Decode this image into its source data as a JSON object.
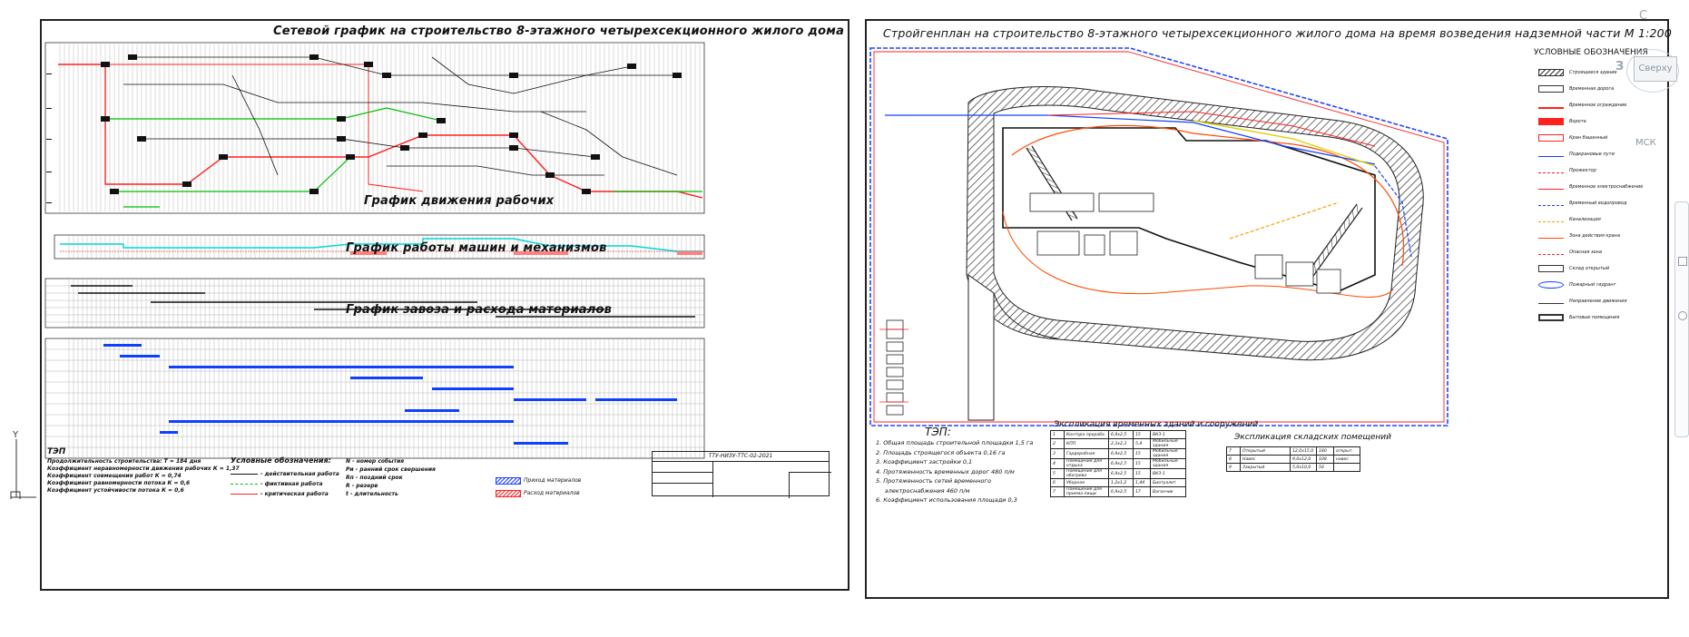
{
  "left_sheet": {
    "network_title": "Сетевой график на строительство 8-этажного четырехсекционного жилого дома",
    "workers_title": "График движения рабочих",
    "machines_title": "График работы машин и механизмов",
    "materials_title": "График завоза и расхода материалов",
    "tep_title": "ТЭП",
    "tep_lines": [
      "Продолжительность строительства: Т = 184 дня",
      "Коэффициент неравномерности движения рабочих К = 1,37",
      "Коэффициент совмещения работ К = 0,74",
      "Коэффициент равномерности потока К = 0,6",
      "Коэффициент устойчивости потока К = 0,6"
    ],
    "legend_title": "Условные обозначения:",
    "legend_items": [
      "- действительная работа",
      "- фиктивная работа",
      "- критическая работа"
    ],
    "legend_letters": [
      "N - номер события",
      "Ри - ранний срок свершения",
      "Rп - поздний срок",
      "R - резерв",
      "t - длительность"
    ],
    "legend_hatch": [
      "Приход материалов",
      "Расход материалов"
    ],
    "stamp_code": "ТТУ-НИЗУ-ТТС-02-2021"
  },
  "right_sheet": {
    "title": "Стройгенплан на строительство 8-этажного четырехсекционного жилого дома на время возведения надземной части М 1:200",
    "legend_title": "УСЛОВНЫЕ ОБОЗНАЧЕНИЯ",
    "legend_items": [
      "Строящееся здание",
      "Временная дорога",
      "Временное ограждение",
      "Ворота",
      "Кран башенный",
      "Подкрановые пути",
      "Прожектор",
      "Временное электроснабжение",
      "Временный водопровод",
      "Канализация",
      "Зона действия крана",
      "Опасная зона",
      "Склад открытый",
      "Пожарный гидрант",
      "Направление движения",
      "Бытовые помещения"
    ],
    "tep_title": "ТЭП:",
    "tep_lines": [
      "1. Общая площадь строительной площадки 1,5 га",
      "2. Площадь строящегося объекта 0,16 га",
      "3. Коэффициент застройки 0,1",
      "4. Протяженность временных дорог 480 п/м",
      "5. Протяженность сетей временного",
      "электроснабжения 460 п/м",
      "6. Коэффициент использования площади 0,3"
    ],
    "expl_buildings_title": "Экспликация временных зданий и сооружений",
    "expl_buildings_rows": [
      [
        "1",
        "Контора прораба",
        "6,9х2,5",
        "15",
        "ВКЗ-1"
      ],
      [
        "2",
        "КПП",
        "2,3х2,3",
        "5,4",
        "Мобильные здания"
      ],
      [
        "3",
        "Гардеробная",
        "6,9х2,5",
        "15",
        "Мобильные здания"
      ],
      [
        "4",
        "Помещение для отдыха",
        "6,9х2,5",
        "15",
        "Мобильные здания"
      ],
      [
        "5",
        "Помещение для обогрева",
        "6,9х2,5",
        "15",
        "ВКЗ-1"
      ],
      [
        "6",
        "Уборная",
        "1,2х1,2",
        "1,44",
        "Биотуалет"
      ],
      [
        "7",
        "Помещение для приема пищи",
        "6,9х2,5",
        "17",
        "Вагончик"
      ]
    ],
    "expl_storage_title": "Экспликация складских помещений",
    "expl_storage_rows": [
      [
        "7",
        "Открытый",
        "12,0х15,0",
        "180",
        "открыт."
      ],
      [
        "8",
        "Навес",
        "9,0х12,0",
        "108",
        "навес"
      ],
      [
        "9",
        "Закрытый",
        "5,0х10,0",
        "50",
        ""
      ]
    ]
  },
  "viewcube": {
    "top_label": "Сверху",
    "ucs_label": "МСК",
    "compass_c": "С",
    "compass_w": "З"
  },
  "colors": {
    "critical": "#ff2020",
    "fictive": "#00c000",
    "workers": "#00d8d8",
    "materials": "#1040ff",
    "fence": "#2244ff"
  }
}
